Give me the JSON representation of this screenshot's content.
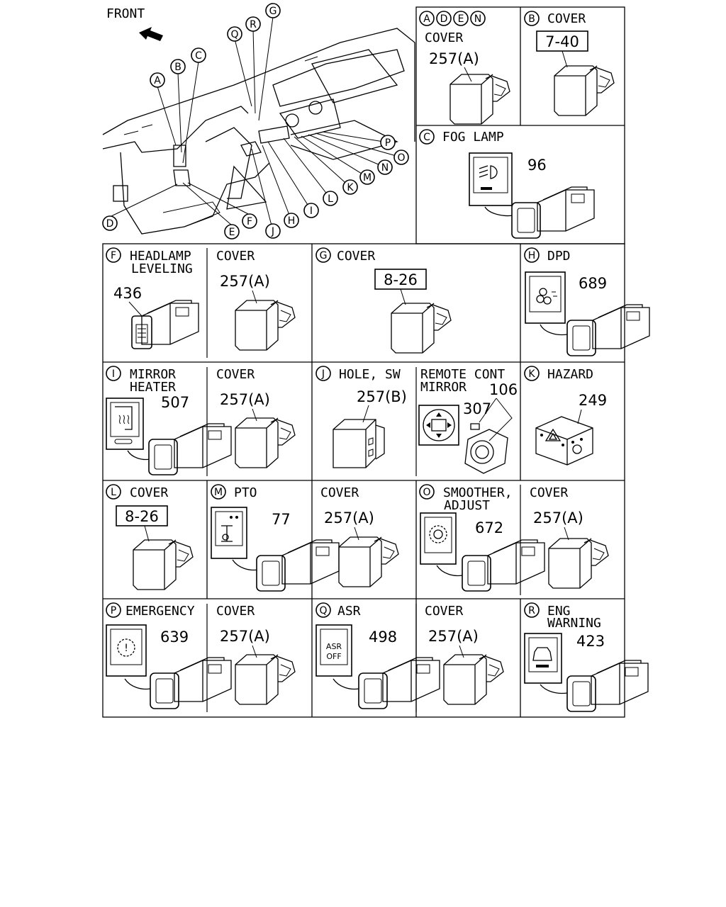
{
  "overview": {
    "front_label": "FRONT",
    "callouts": [
      "A",
      "B",
      "C",
      "D",
      "E",
      "F",
      "G",
      "H",
      "I",
      "J",
      "K",
      "L",
      "M",
      "N",
      "O",
      "P",
      "Q",
      "R"
    ]
  },
  "cells": [
    {
      "id": "ADEN",
      "letters": [
        "A",
        "D",
        "E",
        "N"
      ],
      "title": "",
      "subtitle": "COVER",
      "part": "257(A)"
    },
    {
      "id": "B",
      "letters": [
        "B"
      ],
      "title": "COVER",
      "subtitle": "",
      "part": "7-40"
    },
    {
      "id": "C",
      "letters": [
        "C"
      ],
      "title": "FOG LAMP",
      "subtitle": "",
      "part": "96"
    },
    {
      "id": "F",
      "letters": [
        "F"
      ],
      "title": "HEADLAMP",
      "subtitle": "LEVELING",
      "part": "436"
    },
    {
      "id": "F2",
      "letters": [],
      "title": "COVER",
      "subtitle": "",
      "part": "257(A)"
    },
    {
      "id": "G",
      "letters": [
        "G"
      ],
      "title": "COVER",
      "subtitle": "",
      "part": "8-26"
    },
    {
      "id": "H",
      "letters": [
        "H"
      ],
      "title": "DPD",
      "subtitle": "",
      "part": "689"
    },
    {
      "id": "I",
      "letters": [
        "I"
      ],
      "title": "MIRROR",
      "subtitle": "HEATER",
      "part": "507"
    },
    {
      "id": "I2",
      "letters": [],
      "title": "COVER",
      "subtitle": "",
      "part": "257(A)"
    },
    {
      "id": "J",
      "letters": [
        "J"
      ],
      "title": "HOLE, SW",
      "subtitle": "",
      "part": "257(B)"
    },
    {
      "id": "J2",
      "letters": [],
      "title": "REMOTE CONT",
      "subtitle": "MIRROR",
      "part": "106",
      "part2": "307"
    },
    {
      "id": "K",
      "letters": [
        "K"
      ],
      "title": "HAZARD",
      "subtitle": "",
      "part": "249"
    },
    {
      "id": "L",
      "letters": [
        "L"
      ],
      "title": "COVER",
      "subtitle": "",
      "part": "8-26"
    },
    {
      "id": "M",
      "letters": [
        "M"
      ],
      "title": "PTO",
      "subtitle": "",
      "part": "77"
    },
    {
      "id": "M2",
      "letters": [],
      "title": "COVER",
      "subtitle": "",
      "part": "257(A)"
    },
    {
      "id": "O",
      "letters": [
        "O"
      ],
      "title": "SMOOTHER,",
      "subtitle": "ADJUST",
      "part": "672"
    },
    {
      "id": "O2",
      "letters": [],
      "title": "COVER",
      "subtitle": "",
      "part": "257(A)"
    },
    {
      "id": "P",
      "letters": [
        "P"
      ],
      "title": "EMERGENCY",
      "subtitle": "",
      "part": "639"
    },
    {
      "id": "P2",
      "letters": [],
      "title": "COVER",
      "subtitle": "",
      "part": "257(A)"
    },
    {
      "id": "Q",
      "letters": [
        "Q"
      ],
      "title": "ASR",
      "subtitle": "",
      "part": "498",
      "icon_text": [
        "ASR",
        "OFF"
      ]
    },
    {
      "id": "Q2",
      "letters": [],
      "title": "COVER",
      "subtitle": "",
      "part": "257(A)"
    },
    {
      "id": "R",
      "letters": [
        "R"
      ],
      "title": "ENG",
      "subtitle": "WARNING",
      "part": "423"
    }
  ]
}
